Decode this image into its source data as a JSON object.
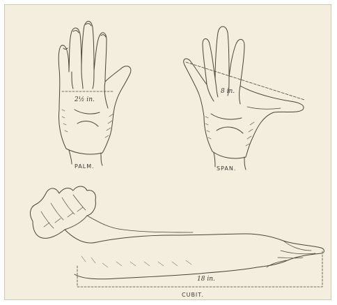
{
  "figures": {
    "palm": {
      "label": "PALM.",
      "measure": "2½ in."
    },
    "span": {
      "label": "SPAN.",
      "measure": "8 in."
    },
    "cubit": {
      "label": "CUBIT.",
      "measure": "18 in."
    }
  },
  "colors": {
    "paper": "#f3eedd",
    "ink": "#3a3630"
  }
}
